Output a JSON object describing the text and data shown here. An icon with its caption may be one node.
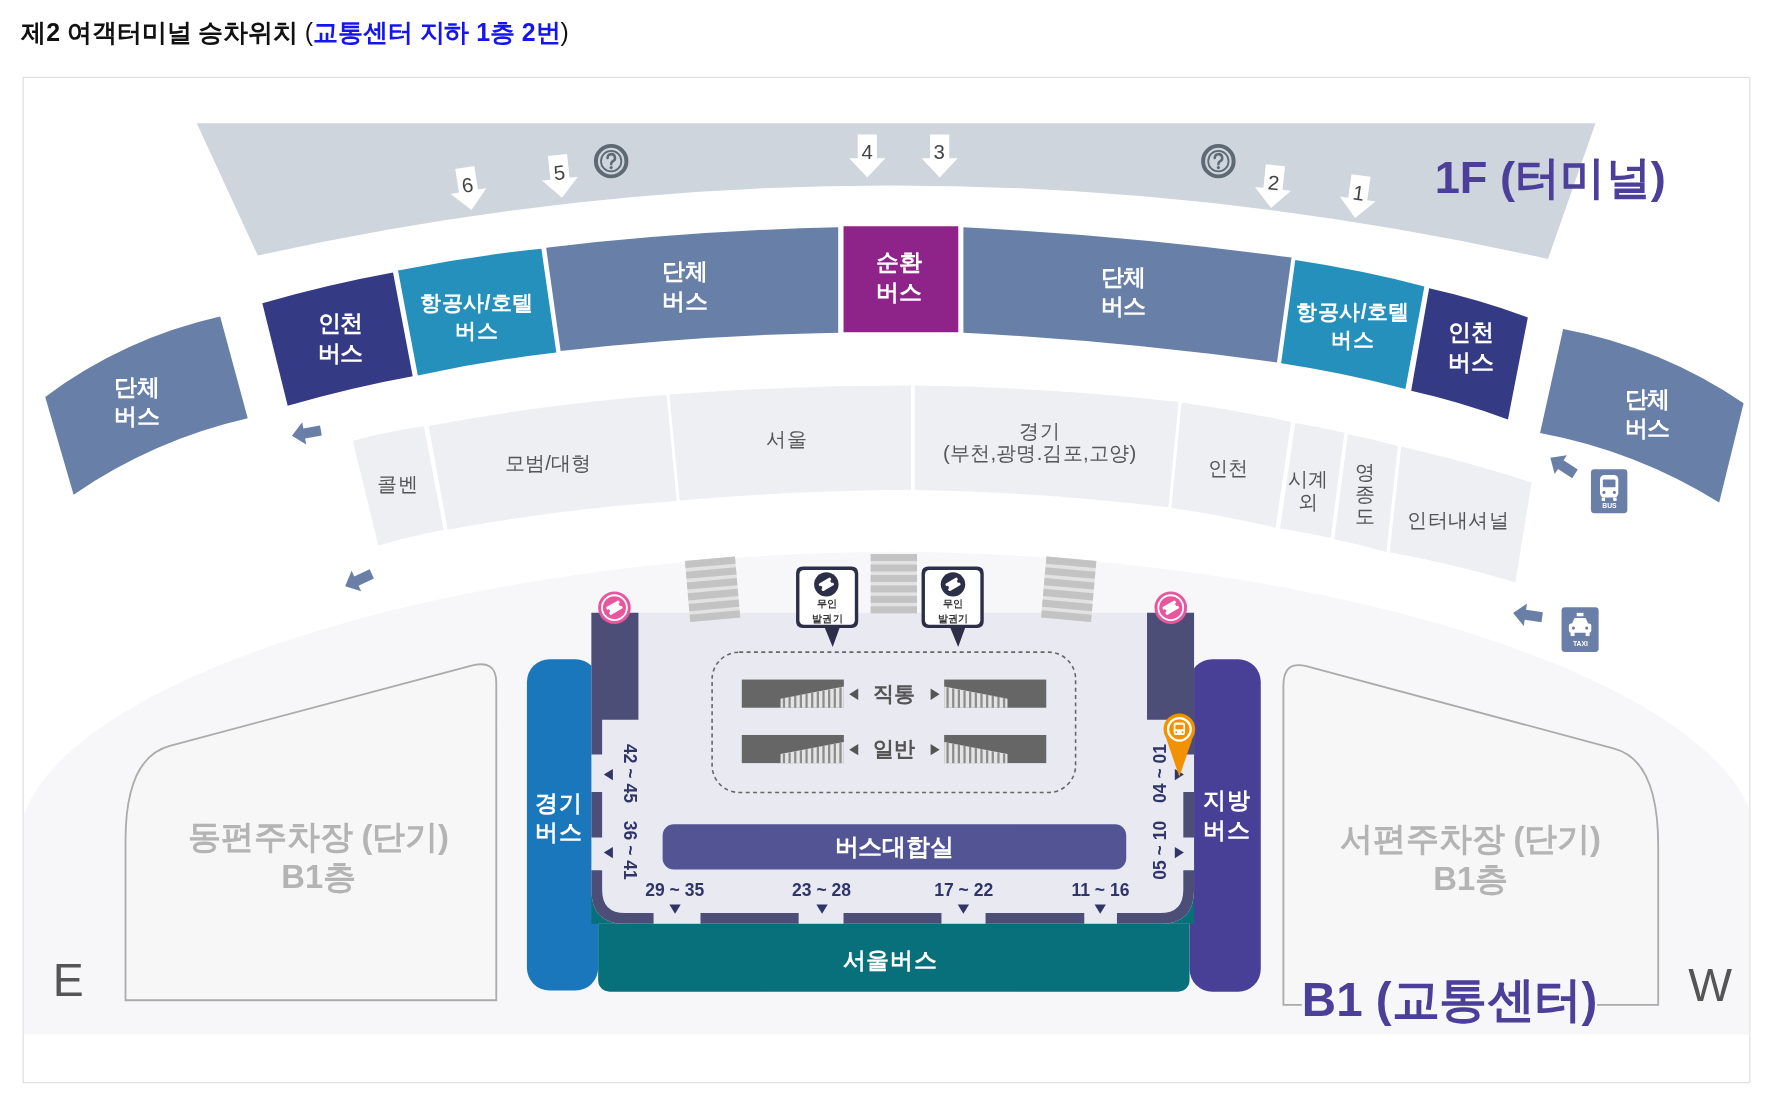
{
  "diagram": {
    "title": "제2 여객터미널 승차위치 (교통센터 지하 1층 2번)",
    "nodes": [
      {
        "text": [
          "6"
        ]
      },
      {
        "text": [
          "5"
        ]
      },
      {
        "text": [
          "4"
        ]
      },
      {
        "text": [
          "3"
        ]
      },
      {
        "text": [
          "2"
        ]
      },
      {
        "text": [
          "1"
        ]
      },
      {
        "text": [
          "단체 버스"
        ]
      },
      {
        "text": [
          "인천 버스"
        ]
      },
      {
        "text": [
          "항공사/호텔 버스"
        ]
      },
      {
        "text": [
          "단체 버스"
        ]
      },
      {
        "text": [
          "순환 버스"
        ]
      },
      {
        "text": [
          "단체 버스"
        ]
      },
      {
        "text": [
          "항공사/호텔 버스"
        ]
      },
      {
        "text": [
          "인천 버스"
        ]
      },
      {
        "text": [
          "단체 버스"
        ]
      },
      {
        "text": [
          "콜벤"
        ]
      },
      {
        "text": [
          "모범/대형"
        ]
      },
      {
        "text": [
          "서울"
        ]
      },
      {
        "text": [
          "경기 (부천,광명.김포,고양)"
        ]
      },
      {
        "text": [
          "인천"
        ]
      },
      {
        "text": [
          "시계 외"
        ]
      },
      {
        "text": [
          "영종도"
        ]
      },
      {
        "text": [
          "인터내셔널"
        ]
      },
      {
        "text": [
          "무인 발권기"
        ]
      },
      {
        "text": [
          "무인 발권기"
        ]
      },
      {
        "text": [
          "42 ~ 45",
          "04 ~ 01",
          "36 ~ 41",
          "05 ~ 10",
          "29 ~ 35",
          "23 ~ 28",
          "17 ~ 22",
          "11 ~ 16"
        ]
      },
      {
        "text": [
          "직통",
          "일반"
        ],
        "in": 25
      },
      {
        "text": [
          "버스대합실"
        ],
        "in": 25
      },
      {
        "text": [
          "동편주차장 (단기) B1층"
        ]
      },
      {
        "text": [
          "경기 버스"
        ]
      },
      {
        "text": [
          "지방 버스"
        ]
      },
      {
        "text": [
          "서울버스"
        ]
      },
      {
        "text": [
          "서편주차장 (단기) B1층"
        ]
      }
    ],
    "labels": [
      "1F (터미널)",
      "BUS",
      "TAXI",
      "E",
      "B1 (교통센터)",
      "W"
    ]
  }
}
